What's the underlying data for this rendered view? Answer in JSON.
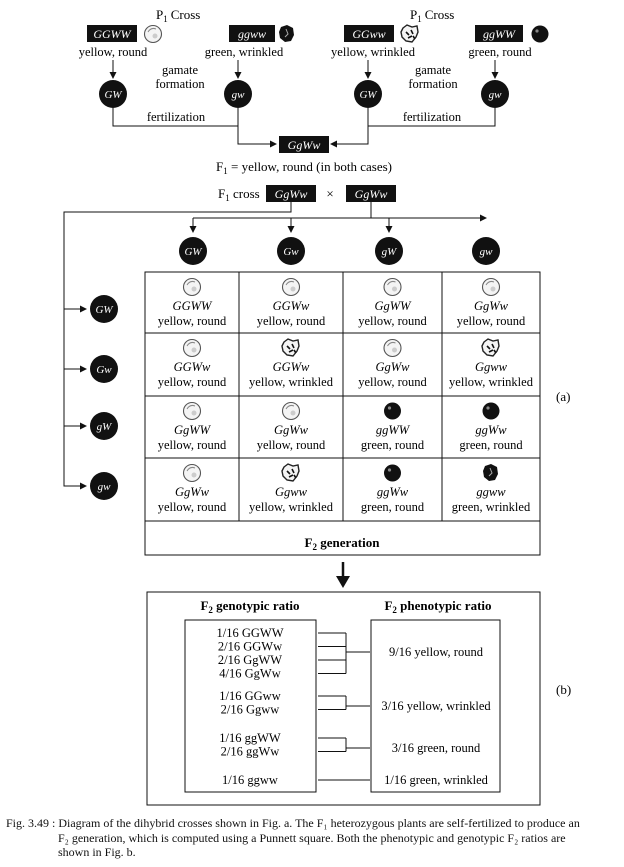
{
  "p1_cross_label": "P",
  "p1_cross_sub": "1",
  "p1_cross_word": "Cross",
  "cross_left": {
    "parent1_genotype": "GGWW",
    "parent1_phenotype": "yellow, round",
    "parent2_genotype": "ggww",
    "parent2_phenotype": "green, wrinkled",
    "gamete1": "GW",
    "gamete2": "gw"
  },
  "cross_right": {
    "parent1_genotype": "GGww",
    "parent1_phenotype": "yellow, wrinkled",
    "parent2_genotype": "ggWW",
    "parent2_phenotype": "green, round",
    "gamete1": "GW",
    "gamete2": "gw"
  },
  "gamete_formation": [
    "gamate",
    "formation"
  ],
  "fertilization": "fertilization",
  "f1_genotype": "GgWw",
  "f1_result": {
    "prefix": "F",
    "sub": "1",
    "rest": " = yellow, round (in both cases)"
  },
  "f1_cross": {
    "prefix": "F",
    "sub": "1",
    "word": " cross",
    "g1": "GgWw",
    "times": "×",
    "g2": "GgWw"
  },
  "column_gametes": [
    "GW",
    "Gw",
    "gW",
    "gw"
  ],
  "row_gametes": [
    "GW",
    "Gw",
    "gW",
    "gw"
  ],
  "punnett": [
    [
      {
        "g": "GGWW",
        "p": "yellow, round",
        "seed": "yr"
      },
      {
        "g": "GGWw",
        "p": "yellow, round",
        "seed": "yr"
      },
      {
        "g": "GgWW",
        "p": "yellow, round",
        "seed": "yr"
      },
      {
        "g": "GgWw",
        "p": "yellow, round",
        "seed": "yr"
      }
    ],
    [
      {
        "g": "GGWw",
        "p": "yellow, round",
        "seed": "yr"
      },
      {
        "g": "GGWw",
        "p": "yellow, wrinkled",
        "seed": "yw"
      },
      {
        "g": "GgWw",
        "p": "yellow, round",
        "seed": "yr"
      },
      {
        "g": "Ggww",
        "p": "yellow, wrinkled",
        "seed": "yw"
      }
    ],
    [
      {
        "g": "GgWW",
        "p": "yellow, round",
        "seed": "yr"
      },
      {
        "g": "GgWw",
        "p": "yellow, round",
        "seed": "yr"
      },
      {
        "g": "ggWW",
        "p": "green, round",
        "seed": "gr"
      },
      {
        "g": "ggWw",
        "p": "green, round",
        "seed": "gr"
      }
    ],
    [
      {
        "g": "GgWw",
        "p": "yellow, round",
        "seed": "yr"
      },
      {
        "g": "Ggww",
        "p": "yellow, wrinkled",
        "seed": "yw"
      },
      {
        "g": "ggWw",
        "p": "green, round",
        "seed": "gr"
      },
      {
        "g": "ggww",
        "p": "green, wrinkled",
        "seed": "gw"
      }
    ]
  ],
  "f2_generation": {
    "prefix": "F",
    "sub": "2",
    "rest": " generation"
  },
  "label_a": "(a)",
  "label_b": "(b)",
  "genotypic_title": {
    "prefix": "F",
    "sub": "2",
    "rest": " genotypic ratio"
  },
  "phenotypic_title": {
    "prefix": "F",
    "sub": "2",
    "rest": " phenotypic ratio"
  },
  "genotypic_groups": [
    [
      "1/16 GGWW",
      "2/16 GGWw",
      "2/16 GgWW",
      "4/16 GgWw"
    ],
    [
      "1/16 GGww",
      "2/16 Ggww"
    ],
    [
      "1/16 ggWW",
      "2/16 ggWw"
    ],
    [
      "1/16 ggww"
    ]
  ],
  "phenotypic": [
    "9/16 yellow, round",
    "3/16 yellow, wrinkled",
    "3/16 green, round",
    "1/16 green, wrinkled"
  ],
  "caption_lines": [
    "Fig. 3.49 : Diagram of the dihybrid crosses shown in Fig. a. The F₁ heterozygous plants are self-fertilized to produce an",
    "F₂ generation, which is computed using a Punnett square. Both the phenotypic and genotypic F₂ ratios are",
    "shown in Fig. b."
  ],
  "colors": {
    "ink": "#111111",
    "seed_yellow": "#f4f4f4",
    "seed_green": "#111111",
    "seed_outline": "#555555"
  }
}
